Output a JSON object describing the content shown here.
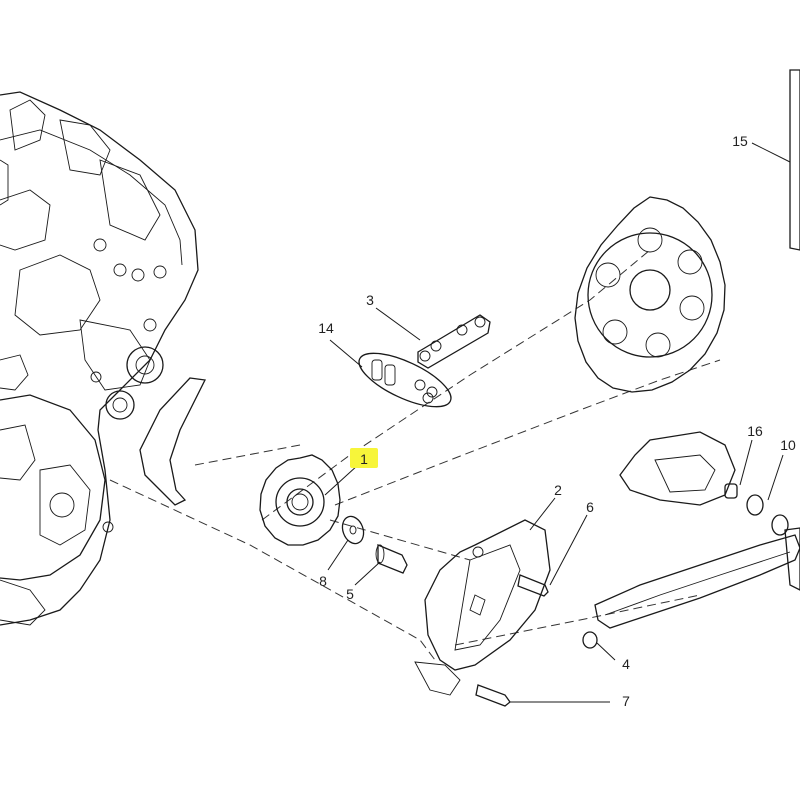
{
  "diagram": {
    "highlight_color": "#f7f53a",
    "callouts": [
      {
        "id": "c1",
        "label": "1",
        "highlighted": true
      },
      {
        "id": "c2",
        "label": "2"
      },
      {
        "id": "c3",
        "label": "3"
      },
      {
        "id": "c4",
        "label": "4"
      },
      {
        "id": "c5",
        "label": "5"
      },
      {
        "id": "c6",
        "label": "6"
      },
      {
        "id": "c7",
        "label": "7"
      },
      {
        "id": "c8",
        "label": "8"
      },
      {
        "id": "c10",
        "label": "10"
      },
      {
        "id": "c14",
        "label": "14"
      },
      {
        "id": "c15",
        "label": "15"
      },
      {
        "id": "c16",
        "label": "16"
      }
    ]
  }
}
